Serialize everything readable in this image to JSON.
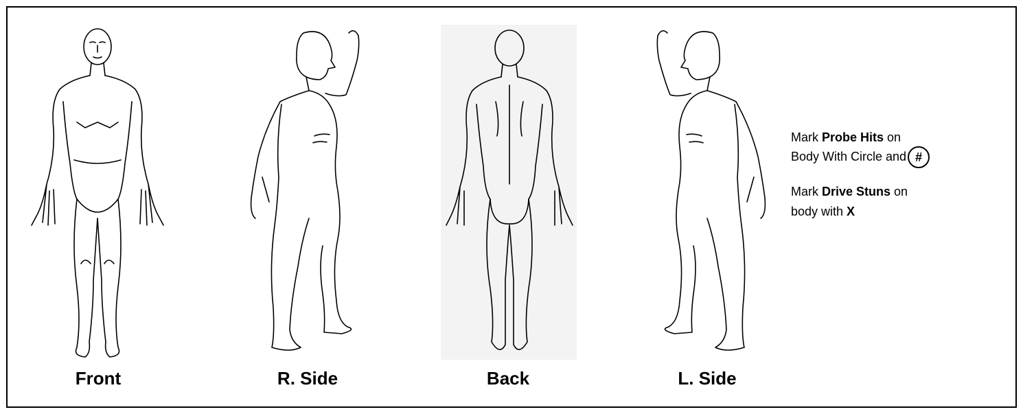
{
  "views": [
    {
      "label": "Front"
    },
    {
      "label": "R. Side"
    },
    {
      "label": "Back"
    },
    {
      "label": "L. Side"
    }
  ],
  "legend": {
    "probe": {
      "prefix": "Mark ",
      "emphasis": "Probe Hits",
      "suffix": " on",
      "line2": "Body With Circle and",
      "symbol": "#"
    },
    "drive": {
      "prefix": "Mark ",
      "emphasis": "Drive Stuns",
      "suffix": " on",
      "line2": "body with ",
      "symbol": "X"
    }
  }
}
